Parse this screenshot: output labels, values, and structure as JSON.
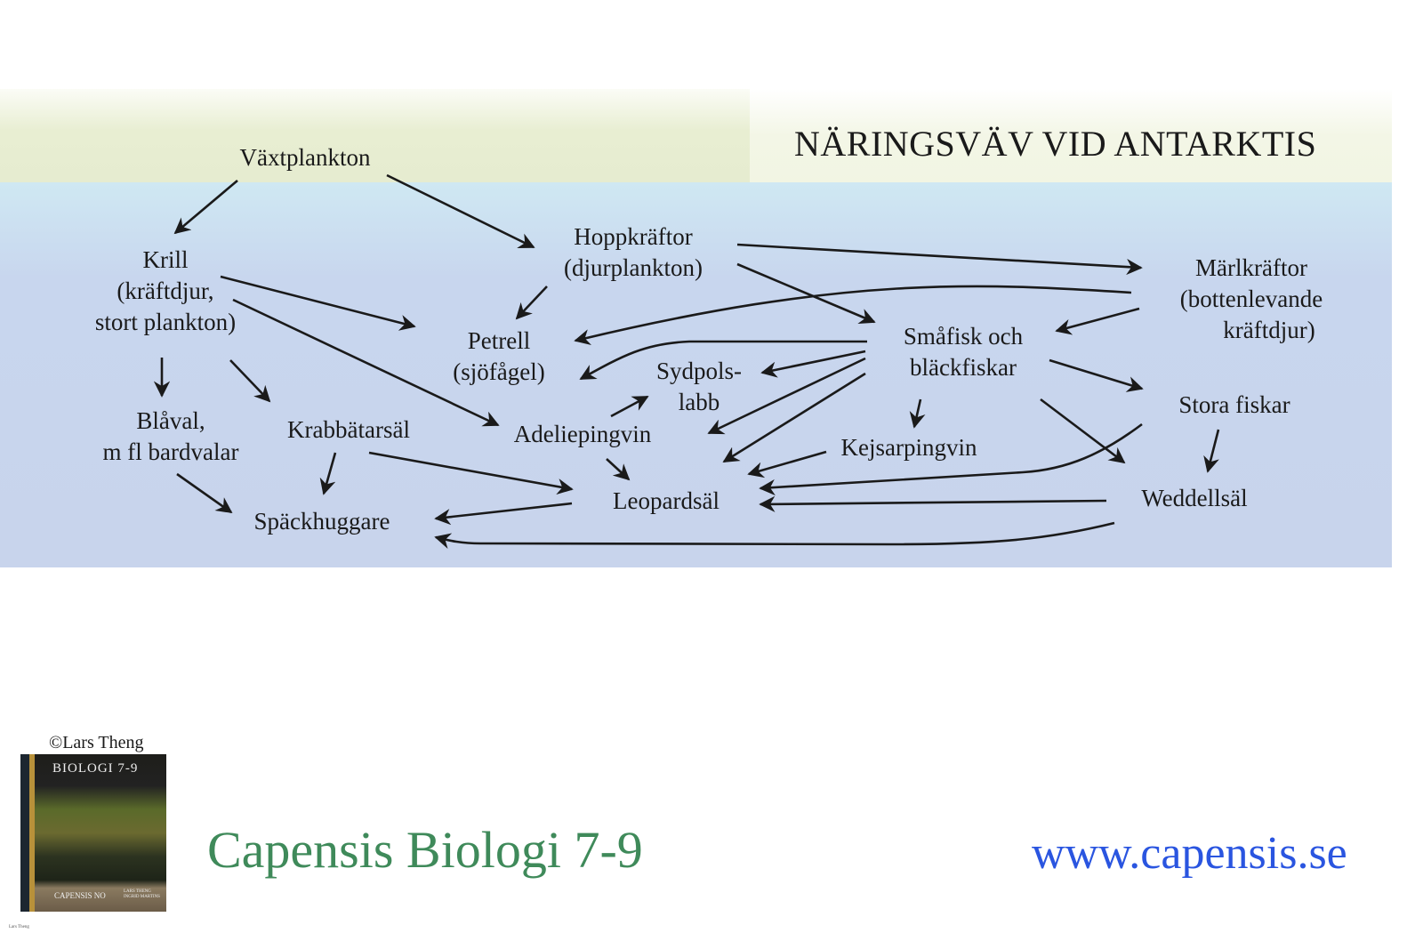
{
  "title": "NÄRINGSVÄV VID ANTARKTIS",
  "nodes": {
    "vaxtplankton": "Växtplankton",
    "krill": [
      "Krill",
      "(kräftdjur,",
      "stort plankton)"
    ],
    "hoppkraftor": [
      "Hoppkräftor",
      "(djurplankton)"
    ],
    "marlkraftor": [
      "Märlkräftor",
      "(bottenlevande",
      "kräftdjur)"
    ],
    "petrell": [
      "Petrell",
      "(sjöfågel)"
    ],
    "smafisk": [
      "Småfisk och",
      "bläckfiskar"
    ],
    "sydpolslabb": [
      "Sydpols-",
      "labb"
    ],
    "stora_fiskar": "Stora fiskar",
    "blaval": [
      "Blåval,",
      "m fl bardvalar"
    ],
    "krabbatarsal": "Krabbätarsäl",
    "adeliepingvin": "Adeliepingvin",
    "kejsarpingvin": "Kejsarpingvin",
    "leopardsal": "Leopardsäl",
    "weddellsal": "Weddellsäl",
    "spackhuggare": "Späckhuggare"
  },
  "footer": {
    "copyright": "©Lars Theng",
    "book_title": "BIOLOGI 7-9",
    "book_brand": "CAPENSIS NO",
    "book_authors": [
      "LARS THENG",
      "INGRID MARTINS"
    ],
    "tiny_credit": "Lars Theng",
    "brand": "Capensis Biologi 7-9",
    "url": "www.capensis.se"
  }
}
